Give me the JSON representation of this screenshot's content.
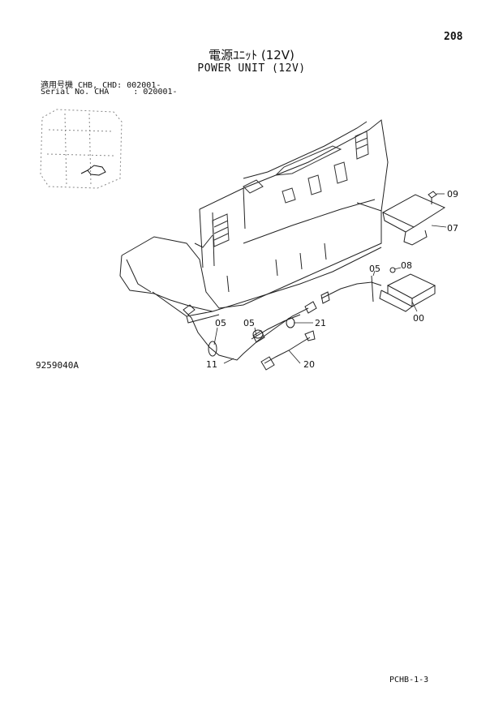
{
  "page_number": "208",
  "title_jp": "電源ﾕﾆｯﾄ (12V)",
  "title_en": "POWER UNIT (12V)",
  "serial": {
    "line1": "適用号機 CHB, CHD: 002001-",
    "line2": "Serial No. CHA     : 020001-"
  },
  "figure_id": "9259040A",
  "footer_code": "PCHB-1-3",
  "callouts": {
    "c09": "09",
    "c07": "07",
    "c08": "08",
    "c05a": "05",
    "c00": "00",
    "c05b": "05",
    "c05c": "05",
    "c21": "21",
    "c11": "11",
    "c20": "20"
  }
}
